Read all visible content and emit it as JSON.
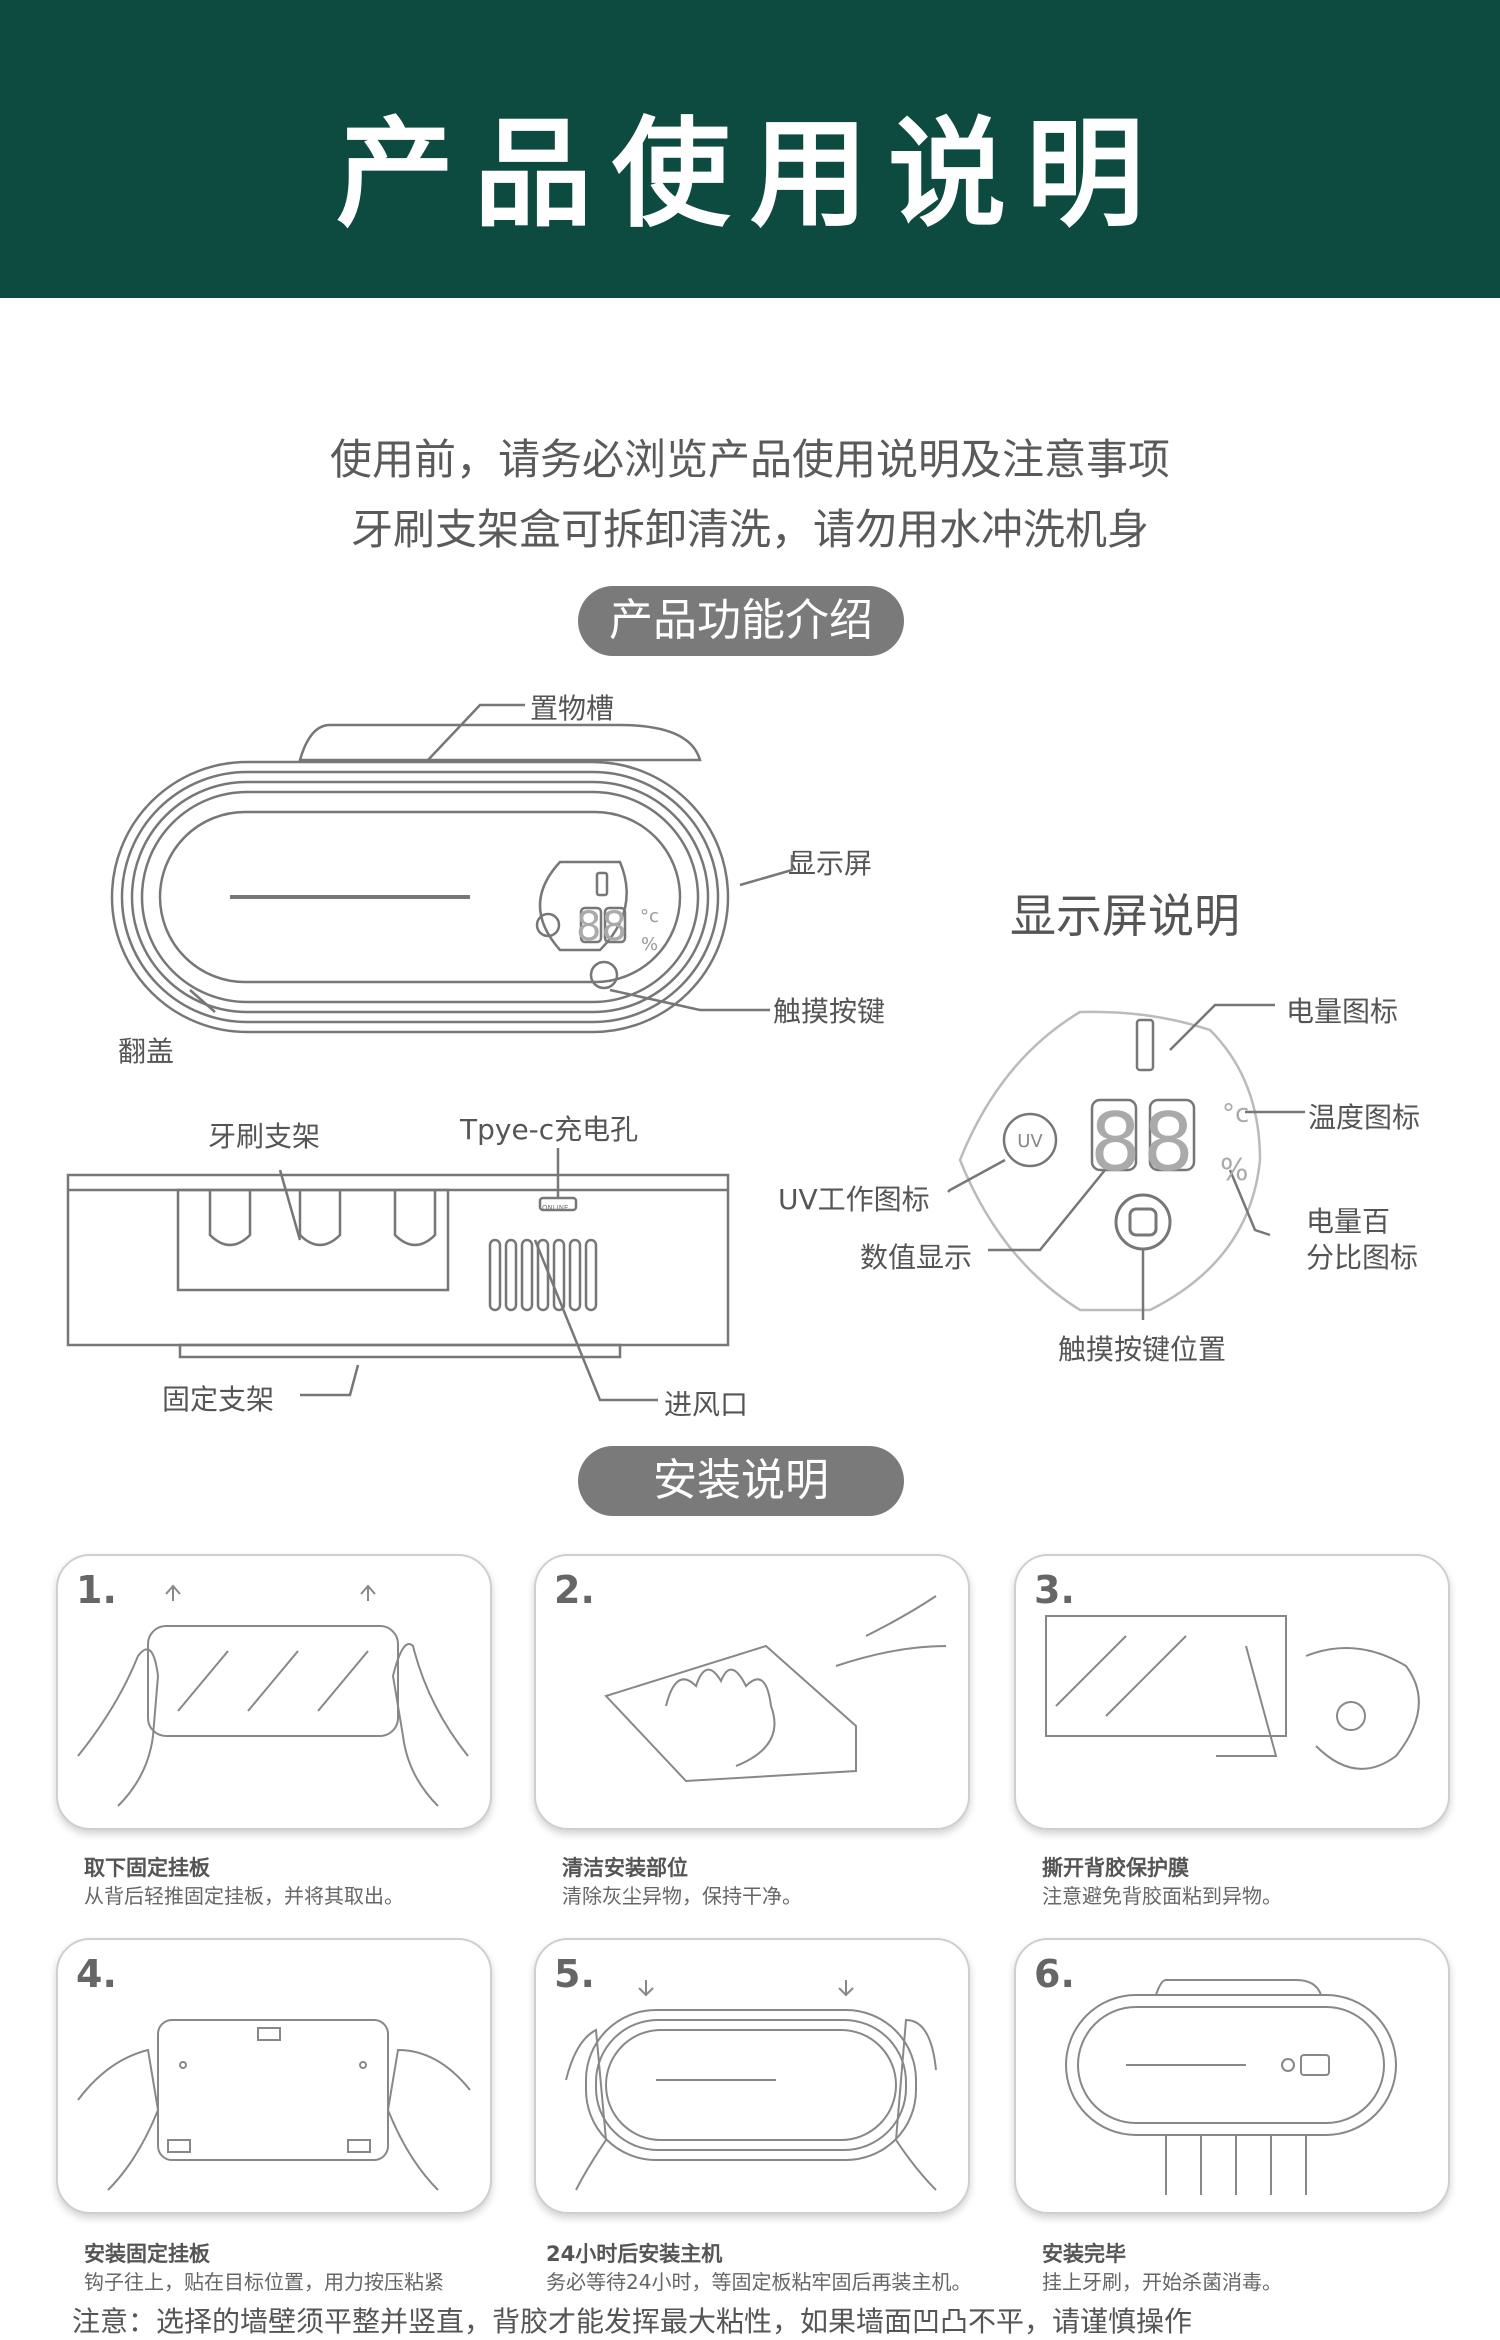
{
  "header": {
    "title": "产品使用说明"
  },
  "intro": {
    "line1": "使用前，请务必浏览产品使用说明及注意事项",
    "line2": "牙刷支架盒可拆卸清洗，请勿用水冲洗机身"
  },
  "features": {
    "section_title": "产品功能介绍",
    "labels": {
      "storage_slot": "置物槽",
      "display": "显示屏",
      "touch_key": "触摸按键",
      "flip_cover": "翻盖",
      "toothbrush_holder": "牙刷支架",
      "charging_port": "Tpye-c充电孔",
      "fixed_bracket": "固定支架",
      "air_inlet": "进风口",
      "port_marking": "ONLINE"
    },
    "display_section": {
      "title": "显示屏说明",
      "battery_icon": "电量图标",
      "temperature_icon": "温度图标",
      "uv_icon": "UV工作图标",
      "value_display": "数值显示",
      "battery_percent_line1": "电量百",
      "battery_percent_line2": "分比图标",
      "touch_key_position": "触摸按键位置",
      "digits": "88",
      "celsius": "°c",
      "percent": "%",
      "uv_text": "UV"
    }
  },
  "installation": {
    "section_title": "安装说明",
    "steps": [
      {
        "num": "1.",
        "title": "取下固定挂板",
        "desc": "从背后轻推固定挂板，并将其取出。"
      },
      {
        "num": "2.",
        "title": "清洁安装部位",
        "desc": "清除灰尘异物，保持干净。"
      },
      {
        "num": "3.",
        "title": "撕开背胶保护膜",
        "desc": "注意避免背胶面粘到异物。"
      },
      {
        "num": "4.",
        "title": "安装固定挂板",
        "desc": "钩子往上，贴在目标位置，用力按压粘紧"
      },
      {
        "num": "5.",
        "title": "24小时后安装主机",
        "desc": "务必等待24小时，等固定板粘牢固后再装主机。"
      },
      {
        "num": "6.",
        "title": "安装完毕",
        "desc": "挂上牙刷，开始杀菌消毒。"
      }
    ]
  },
  "footer_note": "注意：选择的墙壁须平整并竖直，背胶才能发挥最大粘性，如果墙面凹凸不平，请谨慎操作"
}
